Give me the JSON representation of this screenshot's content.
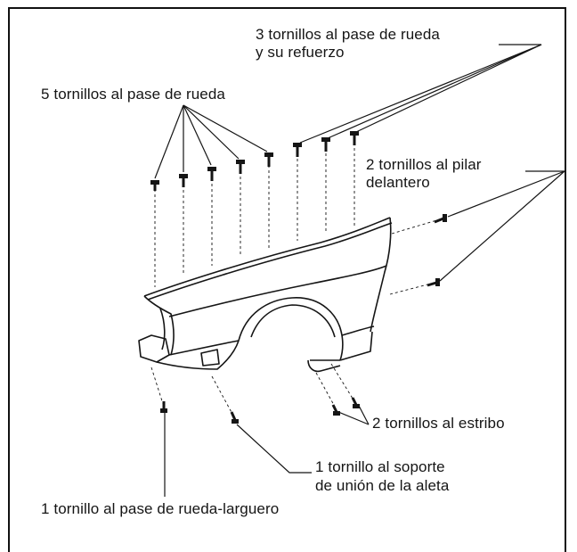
{
  "labels": {
    "wheel_pass_reinforcement_line1": "3 tornillos al pase de rueda",
    "wheel_pass_reinforcement_line2": "y su refuerzo",
    "wheel_pass": "5 tornillos al pase de rueda",
    "front_pillar_line1": "2 tornillos al pilar",
    "front_pillar_line2": "delantero",
    "sill": "2 tornillos al estribo",
    "wing_support_line1": "1 tornillo al soporte",
    "wing_support_line2": "de unión de la aleta",
    "wheel_pass_side_member": "1 tornillo al pase de rueda-larguero"
  },
  "colors": {
    "ink": "#151515",
    "background": "#ffffff"
  }
}
